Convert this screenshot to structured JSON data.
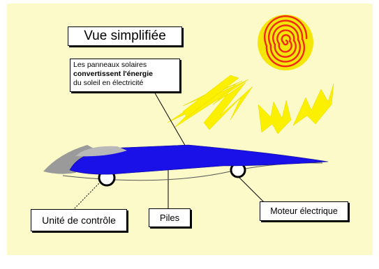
{
  "diagram": {
    "title": "Vue simplifiée",
    "description_lines": [
      "Les panneaux solaires",
      "convertissent l'énergie",
      "du soleil en électricité"
    ],
    "labels": {
      "control_unit": "Unité de contrôle",
      "batteries": "Piles",
      "motor": "Moteur électrique"
    }
  },
  "colors": {
    "background": "#fcfac8",
    "car_body": "#1a10e8",
    "car_nose": "#9a9a9a",
    "canopy": "#b8b8b8",
    "sun_outer": "#f5e60a",
    "sun_inner": "#f02a12",
    "rays": "#fbf000"
  },
  "icons": [
    "sun-icon",
    "solar-car-icon"
  ]
}
